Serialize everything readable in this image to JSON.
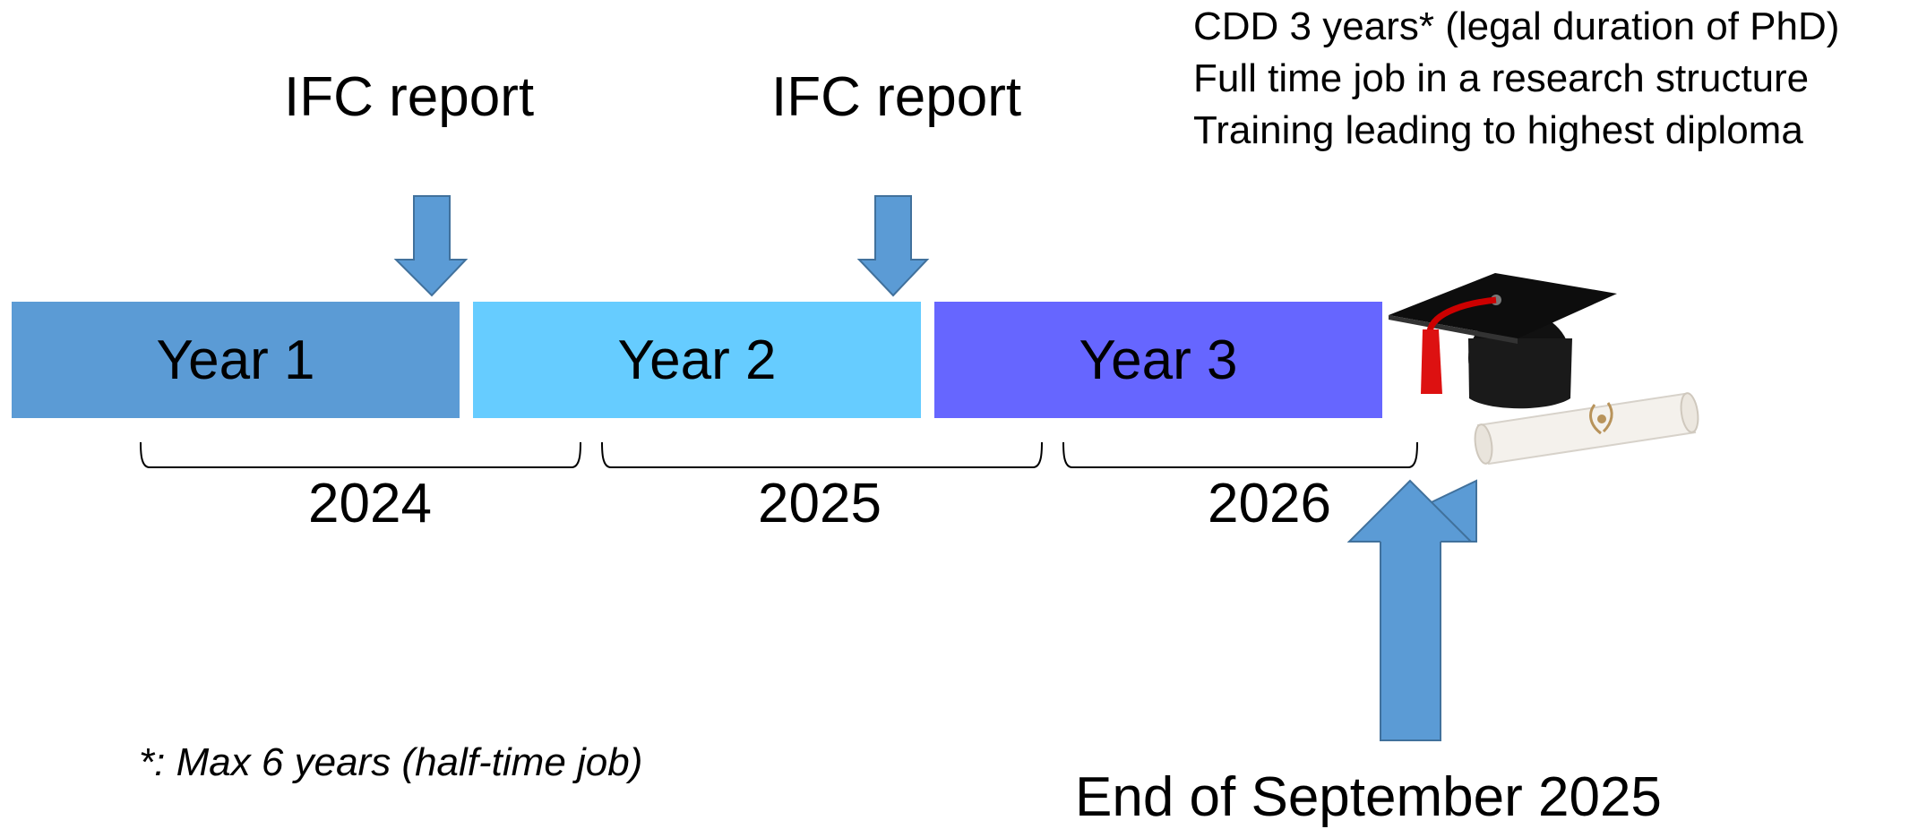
{
  "info": {
    "line1": "CDD 3 years* (legal duration of PhD)",
    "line2": "Full time job in a research structure",
    "line3": "Training leading to highest diploma"
  },
  "milestones": {
    "ifc_report_1": "IFC report",
    "ifc_report_2": "IFC report"
  },
  "years": [
    {
      "label": "Year 1",
      "color": "#5b9bd5"
    },
    {
      "label": "Year 2",
      "color": "#66ccff"
    },
    {
      "label": "Year 3",
      "color": "#6666ff"
    }
  ],
  "calendar_years": [
    "2024",
    "2025",
    "2026"
  ],
  "footnote": "*: Max 6 years (half-time job)",
  "end_label": "End of September 2025",
  "colors": {
    "arrow_fill": "#5b9bd5",
    "arrow_stroke": "#41719c"
  }
}
